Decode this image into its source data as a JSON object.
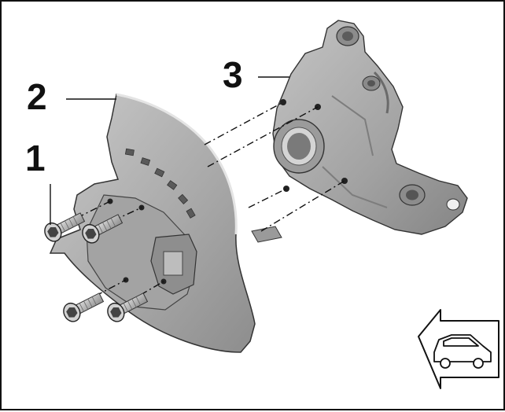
{
  "callouts": {
    "part_1": "1",
    "part_2": "2",
    "part_3": "3"
  },
  "colors": {
    "part_gray": "#b9b9b9",
    "part_dark": "#6f6f6f",
    "outline": "#222222"
  },
  "icons": {
    "orientation": "vehicle-direction-arrow-icon"
  }
}
